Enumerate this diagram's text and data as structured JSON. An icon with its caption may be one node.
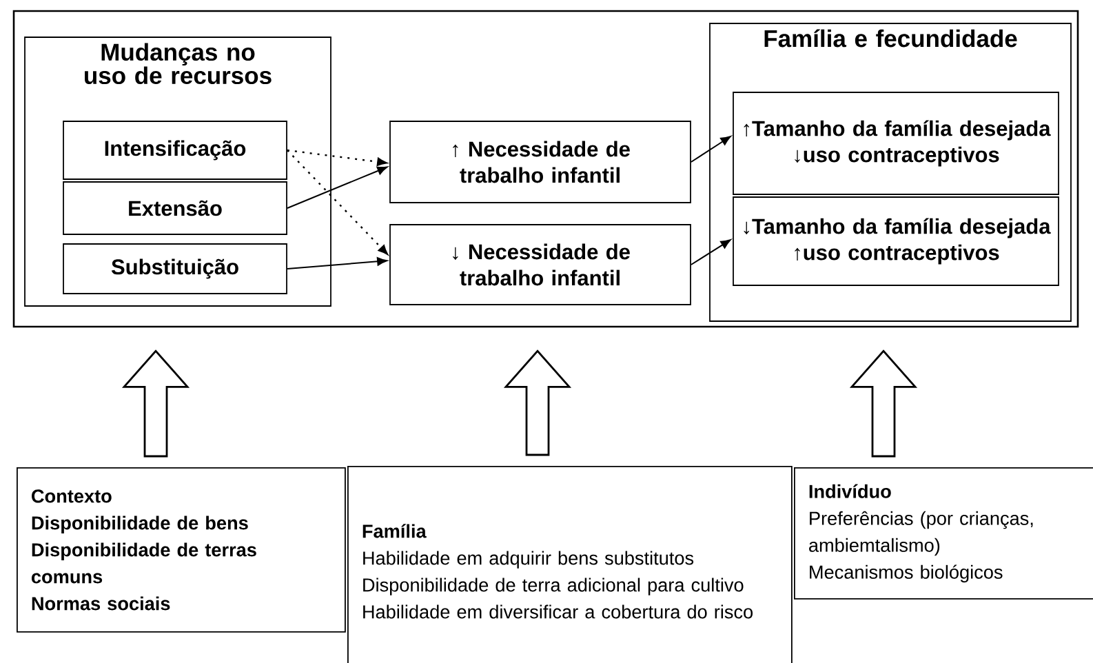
{
  "diagram": {
    "nodes": [
      {
        "text": [],
        "shape": "box"
      },
      {
        "text": [
          "Mudanças no uso de recursos"
        ],
        "in": 0
      },
      {
        "text": [
          "Intensificação"
        ],
        "in": 1
      },
      {
        "text": [
          "Extensão"
        ],
        "in": 1
      },
      {
        "text": [
          "Substituição"
        ],
        "in": 1
      },
      {
        "text": [
          "↑ Necessidade de trabalho infantil"
        ],
        "in": 0
      },
      {
        "text": [
          "↓ Necessidade de trabalho infantil"
        ],
        "in": 0
      },
      {
        "text": [
          "Família e fecundidade"
        ],
        "in": 0
      },
      {
        "text": [
          "↑Tamanho da família desejada",
          "↓uso contraceptivos"
        ],
        "in": 7
      },
      {
        "text": [
          "↓Tamanho da família desejada",
          "↑uso contraceptivos"
        ],
        "in": 7
      },
      {
        "text": [
          "Contexto",
          "Disponibilidade de bens",
          "Disponibilidade de terras comuns",
          "Normas sociais"
        ]
      },
      {
        "text": [
          "Família",
          "Habilidade em adquirir bens substitutos",
          "Disponibilidade de terra adicional para cultivo Habilidade em diversificar a cobertura do risco"
        ]
      },
      {
        "text": [
          "Indivíduo",
          "Preferências (por crianças, ambiemtalismo)",
          "Mecanismos biológicos"
        ]
      }
    ],
    "edges": [
      {
        "from": 2,
        "to": 5,
        "arrow": "to",
        "style": "dashed"
      },
      {
        "from": 2,
        "to": 6,
        "arrow": "to",
        "style": "dashed"
      },
      {
        "from": 3,
        "to": 5,
        "arrow": "to"
      },
      {
        "from": 4,
        "to": 6,
        "arrow": "to"
      },
      {
        "from": 5,
        "to": 8,
        "arrow": "to"
      },
      {
        "from": 6,
        "to": 9,
        "arrow": "to"
      },
      {
        "from": 10,
        "to": 0,
        "arrow": "to",
        "style": "thick"
      },
      {
        "from": 11,
        "to": 0,
        "arrow": "to",
        "style": "thick"
      },
      {
        "from": 12,
        "to": 0,
        "arrow": "to",
        "style": "thick"
      }
    ]
  }
}
